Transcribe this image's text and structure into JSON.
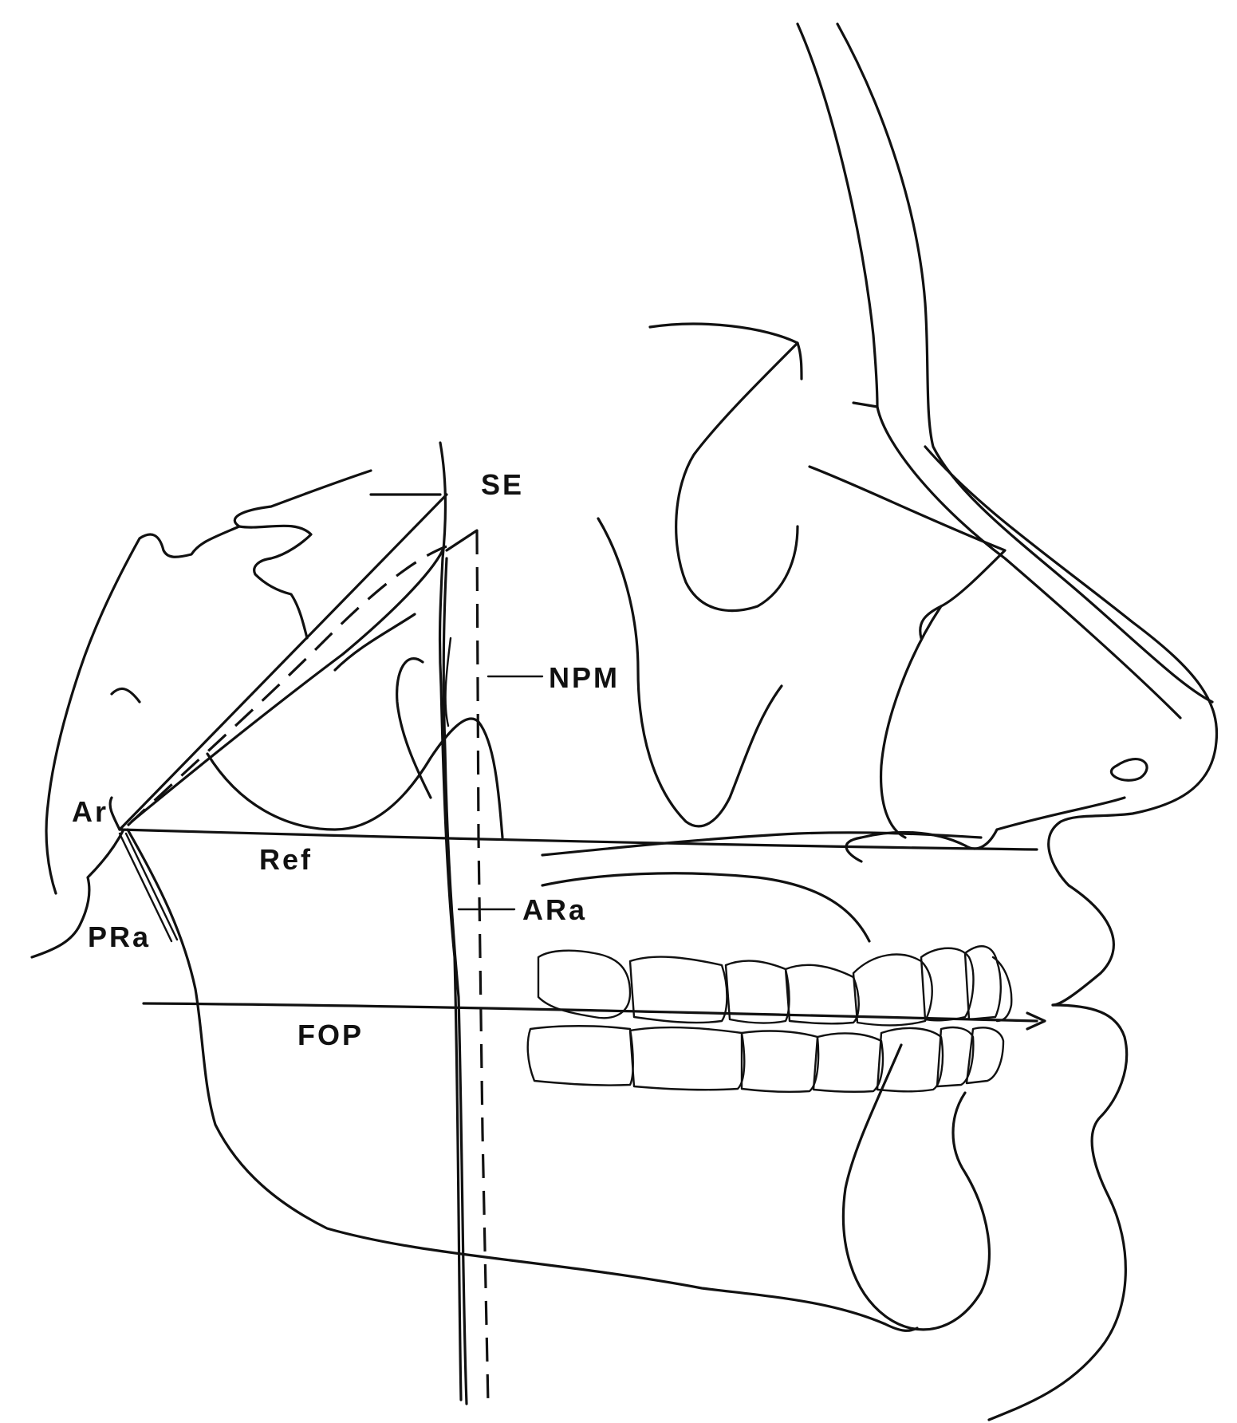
{
  "labels": {
    "se": "SE",
    "npm": "NPM",
    "ar": "Ar",
    "ref": "Ref",
    "ara": "ARa",
    "pra": "PRa",
    "fop": "FOP"
  },
  "colors": {
    "line": "#111111",
    "background": "#ffffff"
  }
}
